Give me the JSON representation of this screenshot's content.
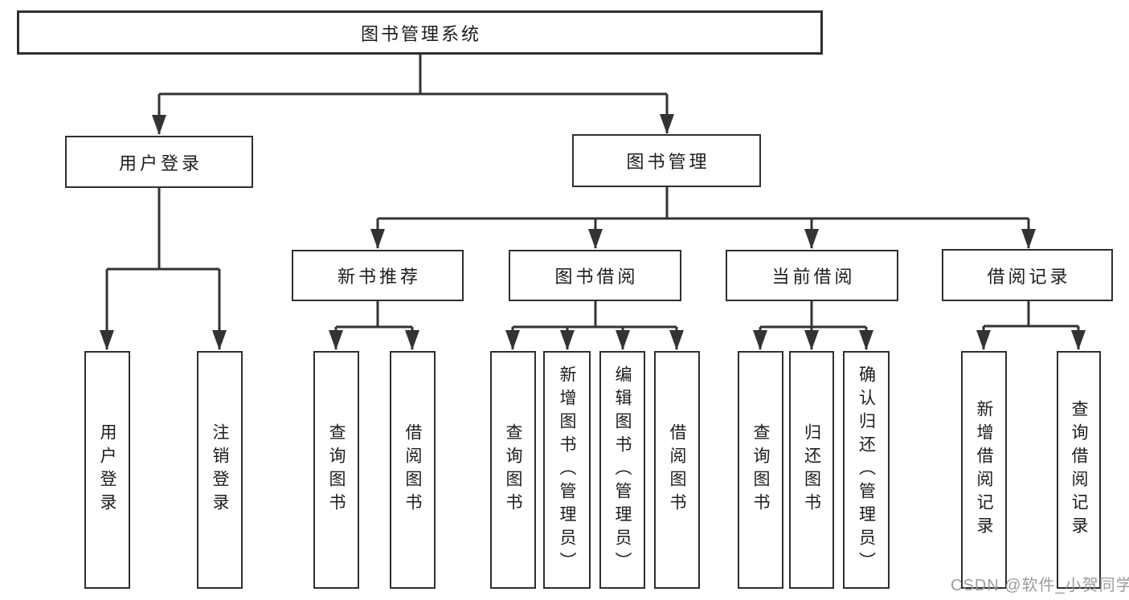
{
  "diagram": {
    "root": {
      "label": "图书管理系统"
    },
    "level2": [
      {
        "label": "用户登录"
      },
      {
        "label": "图书管理"
      }
    ],
    "level3": [
      {
        "label": "新书推荐"
      },
      {
        "label": "图书借阅"
      },
      {
        "label": "当前借阅"
      },
      {
        "label": "借阅记录"
      }
    ],
    "leaves": {
      "user_login": [
        {
          "label": "用户登录"
        },
        {
          "label": "注销登录"
        }
      ],
      "new_book": [
        {
          "label": "查询图书"
        },
        {
          "label": "借阅图书"
        }
      ],
      "book_borrow": [
        {
          "label": "查询图书"
        },
        {
          "label": "新增图书（管理员）"
        },
        {
          "label": "编辑图书（管理员）"
        },
        {
          "label": "借阅图书"
        }
      ],
      "current_borrow": [
        {
          "label": "查询图书"
        },
        {
          "label": "归还图书"
        },
        {
          "label": "确认归还（管理员）"
        }
      ],
      "borrow_records": [
        {
          "label": "新增借阅记录"
        },
        {
          "label": "查询借阅记录"
        }
      ]
    }
  },
  "watermark": {
    "text": "CSDN @软件_小贺同学"
  },
  "colors": {
    "line": "#333333",
    "box_border": "#2f2f2f",
    "box_fill": "#ffffff",
    "label_text": "#1c1c1c",
    "watermark_text": "#949494",
    "background": "#ffffff"
  }
}
